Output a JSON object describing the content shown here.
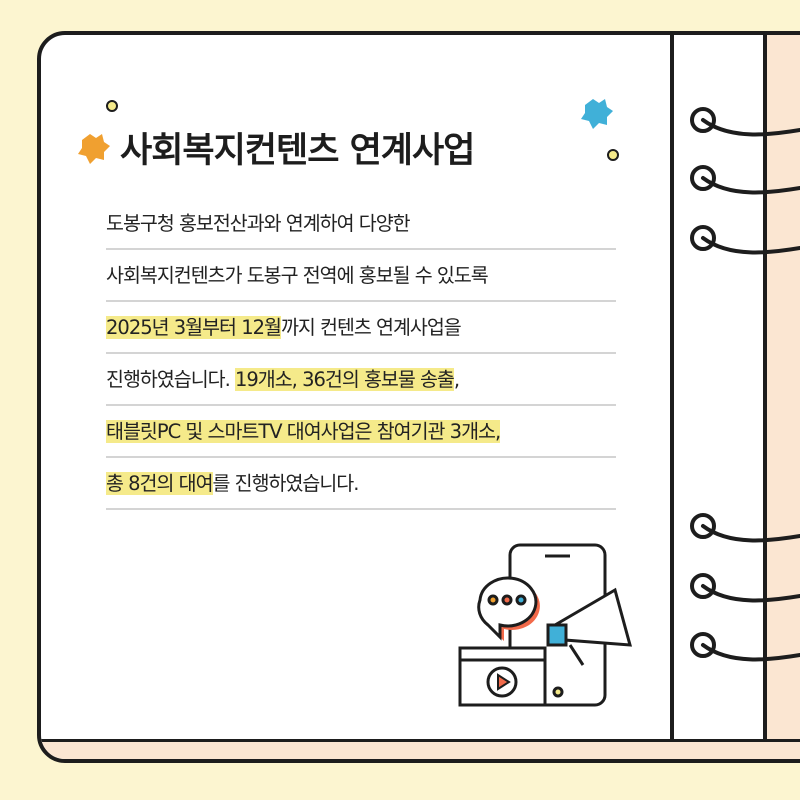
{
  "title": "사회복지컨텐츠 연계사업",
  "lines": [
    [
      {
        "text": "도봉구청 홍보전산과와 연계하여 다양한",
        "hl": false
      }
    ],
    [
      {
        "text": "사회복지컨텐츠가 도봉구 전역에 홍보될 수 있도록",
        "hl": false
      }
    ],
    [
      {
        "text": "2025년 3월부터 12월",
        "hl": true
      },
      {
        "text": "까지 컨텐츠 연계사업을",
        "hl": false
      }
    ],
    [
      {
        "text": "진행하였습니다. ",
        "hl": false
      },
      {
        "text": "19개소, 36건의 홍보물 송출",
        "hl": true
      },
      {
        "text": ",",
        "hl": false
      }
    ],
    [
      {
        "text": "태블릿PC 및 스마트TV 대여사업은 참여기관 3개소,",
        "hl": true
      }
    ],
    [
      {
        "text": "총 8건의 대여",
        "hl": true
      },
      {
        "text": "를 진행하였습니다.",
        "hl": false
      }
    ]
  ],
  "colors": {
    "background": "#fcf5d0",
    "highlight": "#f5ea8a",
    "panel": "#fbe6d2",
    "accent_orange": "#f0a030",
    "accent_blue": "#40b0d8"
  }
}
